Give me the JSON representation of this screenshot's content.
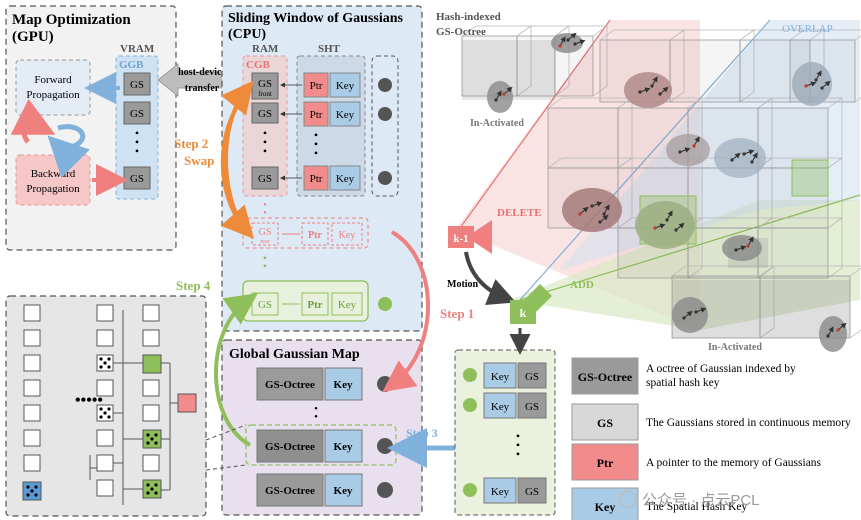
{
  "panels": {
    "map_optimization": {
      "title_line1": "Map Optimization",
      "title_line2": "(GPU)"
    },
    "sliding_window": {
      "title": "Sliding Window of Gaussians",
      "subtitle": "(CPU)"
    },
    "global_map": {
      "title": "Global Gaussian Map"
    }
  },
  "labels": {
    "vram": "VRAM",
    "ggb": "GGB",
    "ram": "RAM",
    "cgb": "CGB",
    "sht": "SHT",
    "forward": [
      "Forward",
      "Propagation"
    ],
    "backward": [
      "Backward",
      "Propagation"
    ],
    "host_device": [
      "host-device",
      "transfer"
    ],
    "gs": "GS",
    "ptr": "Ptr",
    "key": "Key",
    "front": "front",
    "rear": "rear",
    "gs_octree": "GS-Octree",
    "dots": "•",
    "dots_row": "•••••"
  },
  "steps": {
    "step1": "Step 1",
    "step2": [
      "Step 2",
      "Swap"
    ],
    "step3": "Step 3",
    "step4": "Step 4"
  },
  "scene": {
    "title": [
      "Hash-indexed",
      "GS-Octree"
    ],
    "overlap": "OVERLAP",
    "delete": "DELETE",
    "add": "ADD",
    "motion": "Motion",
    "in_activated": "In-Activated",
    "frame_prev": "k-1",
    "frame_curr": "k"
  },
  "legend": [
    {
      "swatch": "GS-Octree",
      "desc": [
        "A octree of Gaussian indexed by",
        "spatial hash key"
      ],
      "color": "#9a9a9a"
    },
    {
      "swatch": "GS",
      "desc": [
        "The Gaussians stored in continuous memory"
      ],
      "color": "#d8d8d8"
    },
    {
      "swatch": "Ptr",
      "desc": [
        "A pointer to the memory of Gaussians"
      ],
      "color": "#f28b8b"
    },
    {
      "swatch": "Key",
      "desc": [
        "The Spatial Hash Key"
      ],
      "color": "#a9cbe6"
    }
  ],
  "watermark": "公众号 · 点云PCL",
  "colors": {
    "orange": "#ee8b3a",
    "green": "#8fbf5a",
    "blue": "#7fb1dc",
    "red": "#f08080",
    "gs_gray": "#9a9a9a",
    "key_blue": "#a9cbe6",
    "ptr_red": "#f28b8b"
  }
}
